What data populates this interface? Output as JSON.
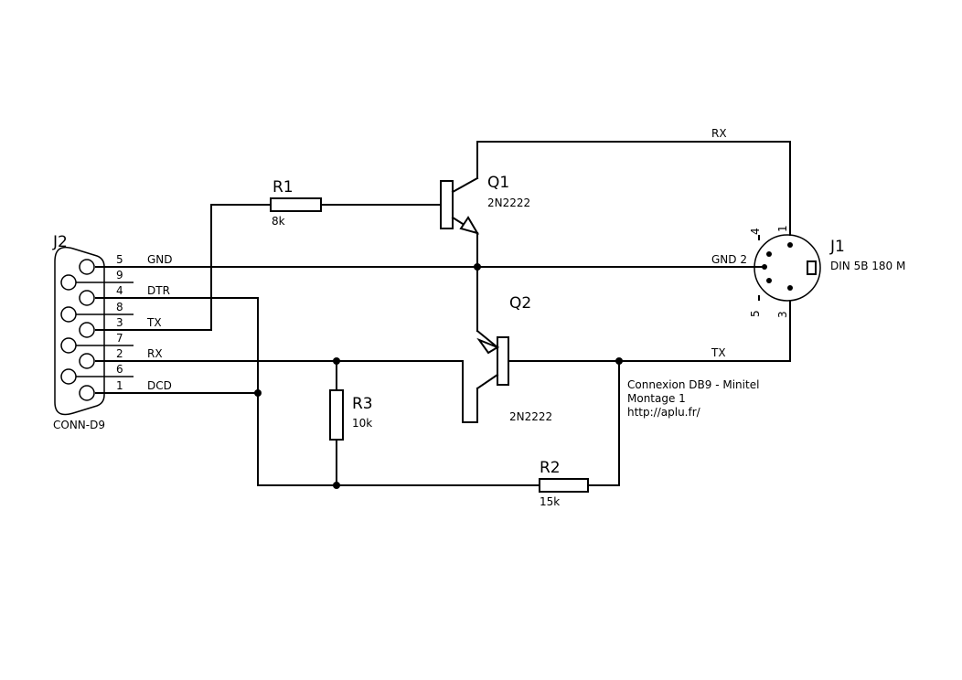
{
  "connector_db9": {
    "ref": "J2",
    "value": "CONN-D9",
    "pins": [
      {
        "num": "5",
        "net": "GND"
      },
      {
        "num": "9",
        "net": ""
      },
      {
        "num": "4",
        "net": "DTR"
      },
      {
        "num": "8",
        "net": ""
      },
      {
        "num": "3",
        "net": "TX"
      },
      {
        "num": "7",
        "net": ""
      },
      {
        "num": "2",
        "net": "RX"
      },
      {
        "num": "6",
        "net": ""
      },
      {
        "num": "1",
        "net": "DCD"
      }
    ]
  },
  "din": {
    "ref": "J1",
    "value": "DIN 5B 180 M",
    "pin1": "1",
    "pin2": "2",
    "pin3": "3",
    "pin4": "4",
    "pin5": "5",
    "gnd_label": "GND 2",
    "rx_label": "RX",
    "tx_label": "TX"
  },
  "q1": {
    "ref": "Q1",
    "value": "2N2222"
  },
  "q2": {
    "ref": "Q2",
    "value": "2N2222"
  },
  "r1": {
    "ref": "R1",
    "value": "8k"
  },
  "r2": {
    "ref": "R2",
    "value": "15k"
  },
  "r3": {
    "ref": "R3",
    "value": "10k"
  },
  "notes": {
    "line1": "Connexion DB9 - Minitel",
    "line2": "Montage 1",
    "line3": "http://aplu.fr/"
  }
}
